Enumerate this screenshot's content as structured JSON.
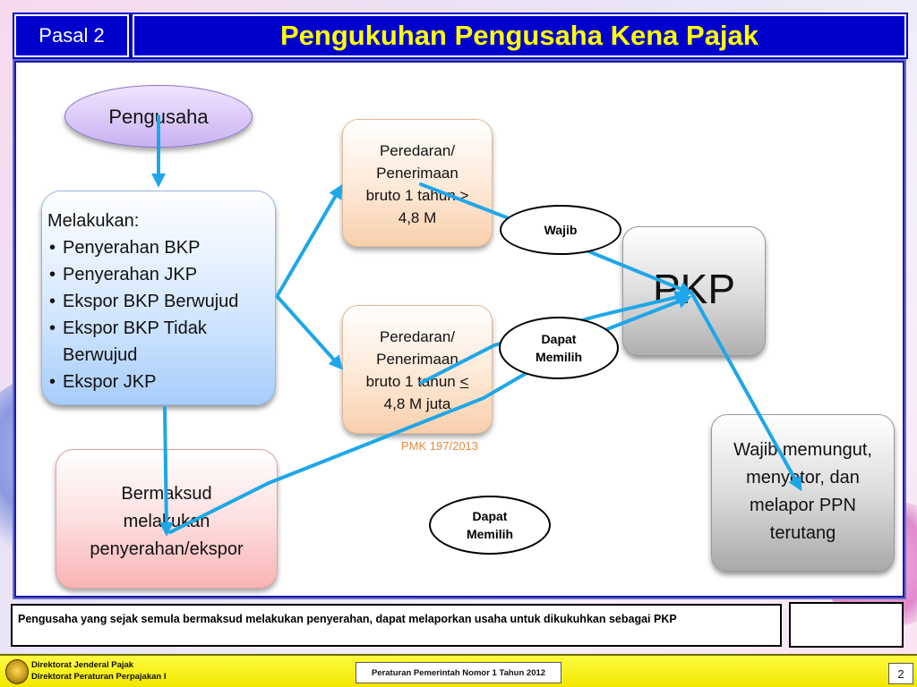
{
  "header": {
    "section": "Pasal 2",
    "title": "Pengukuhan Pengusaha Kena Pajak"
  },
  "diagram": {
    "start_node": "Pengusaha",
    "activities": {
      "heading": "Melakukan:",
      "items": [
        "Penyerahan BKP",
        "Penyerahan JKP",
        "Ekspor BKP Berwujud",
        "Ekspor BKP Tidak Berwujud",
        "Ekspor JKP"
      ]
    },
    "turnover_high": {
      "lines": [
        "Peredaran/",
        "Penerimaan",
        "bruto 1 tahun >",
        "4,8 M"
      ]
    },
    "turnover_low": {
      "lines": [
        "Peredaran/",
        "Penerimaan"
      ],
      "line3_prefix": "bruto 1 tahun ",
      "line3_symbol": "<",
      "line4": "4,8 M juta"
    },
    "intent_node": {
      "lines": [
        "Bermaksud",
        "melakukan",
        "penyerahan/ekspor"
      ]
    },
    "result_node": "PKP",
    "obligation_node": {
      "lines": [
        "Wajib memungut,",
        "menyetor, dan",
        "melapor PPN",
        "terutang"
      ]
    },
    "label_mandatory": "Wajib",
    "label_optional_1": {
      "line1": "Dapat",
      "line2": "Memilih"
    },
    "label_optional_2": {
      "line1": "Dapat",
      "line2": "Memilih"
    },
    "reference": "PMK 197/2013"
  },
  "note": "Pengusaha yang sejak semula bermaksud melakukan penyerahan, dapat melaporkan usaha untuk dikukuhkan sebagai PKP",
  "footer": {
    "org_line1": "Direktorat Jenderal Pajak",
    "org_line2": "Direktorat Peraturan Perpajakan I",
    "regulation": "Peraturan Pemerintah Nomor 1 Tahun 2012",
    "page_number": "2"
  },
  "colors": {
    "header_bg": "#0000cc",
    "title_text": "#ffff00",
    "arrow": "#1ea7e8",
    "footer_bg": "#f2e600",
    "reference_text": "#e58a3c"
  }
}
